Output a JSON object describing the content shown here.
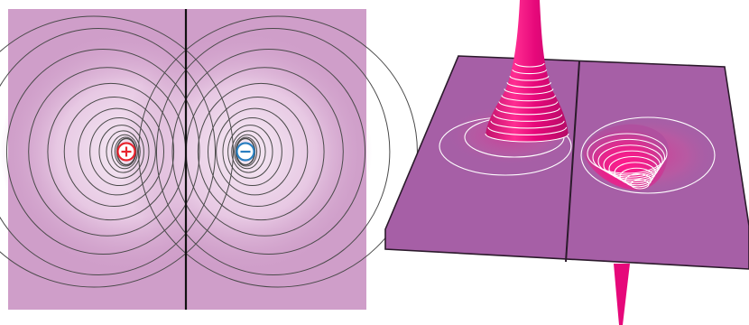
{
  "figure": {
    "left_panel": {
      "kind": "equipotential-contour-map",
      "charges": [
        {
          "name": "positive",
          "symbol": "+",
          "color": "#e8242f"
        },
        {
          "name": "negative",
          "symbol": "−",
          "color": "#2a7fc0"
        }
      ],
      "background_color": "#cf9ec9",
      "glow_color": "#f3e3f1",
      "contour_color": "#4a4a4a",
      "contour_count_per_charge": 14,
      "divider_color": "#111111"
    },
    "right_panel": {
      "kind": "3d-potential-surface",
      "plane_color": "#a65fa6",
      "plane_edge_color": "#2b1a2b",
      "peak_color": "#e6087a",
      "well_glow_color": "#e8228a",
      "contour_color": "#ffffff",
      "peak_contour_count": 12,
      "well_contour_count": 9
    }
  }
}
